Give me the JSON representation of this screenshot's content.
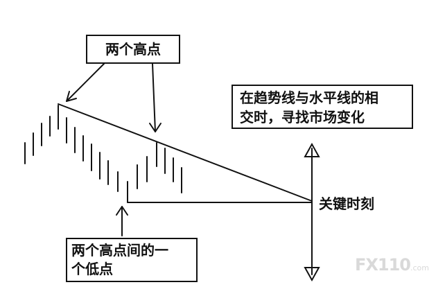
{
  "labels": {
    "two_highs": "两个高点",
    "right_note_line1": "在趋势线与水平线的相",
    "right_note_line2": "交时，寻找市场变化",
    "key_moment": "关键时刻",
    "low_note_line1": "两个高点间的一",
    "low_note_line2": "个低点"
  },
  "watermark": {
    "main": "FX110",
    "suffix": ".com"
  },
  "colors": {
    "ink": "#111111",
    "background": "#ffffff",
    "watermark": "#d9d9d9"
  }
}
